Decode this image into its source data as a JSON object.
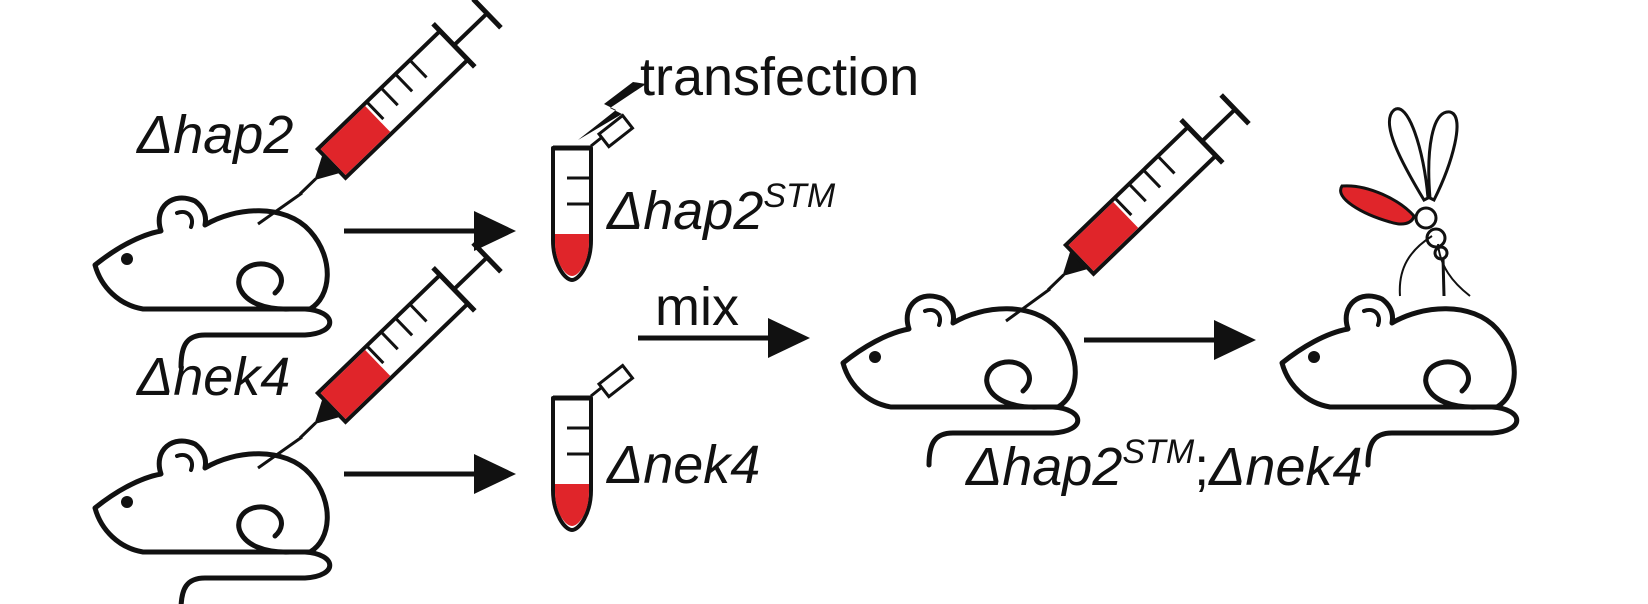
{
  "labels": {
    "hap2": "hap2",
    "nek4": "nek4",
    "transfection": "transfection",
    "mix": "mix",
    "hap2_stm_base": "hap2",
    "stm": "STM",
    "nek4_tube": "nek4",
    "combo_base": "hap2",
    "combo_sup": "STM",
    "combo_sep": ";",
    "combo_tail": "nek4",
    "delta": "Δ"
  },
  "colors": {
    "ink": "#111111",
    "blood_red": "#e0252a",
    "background": "#ffffff"
  },
  "icons": [
    "mouse-icon",
    "syringe-icon",
    "tube-icon",
    "lightning-bolt-icon",
    "mosquito-icon",
    "arrow-icon"
  ]
}
